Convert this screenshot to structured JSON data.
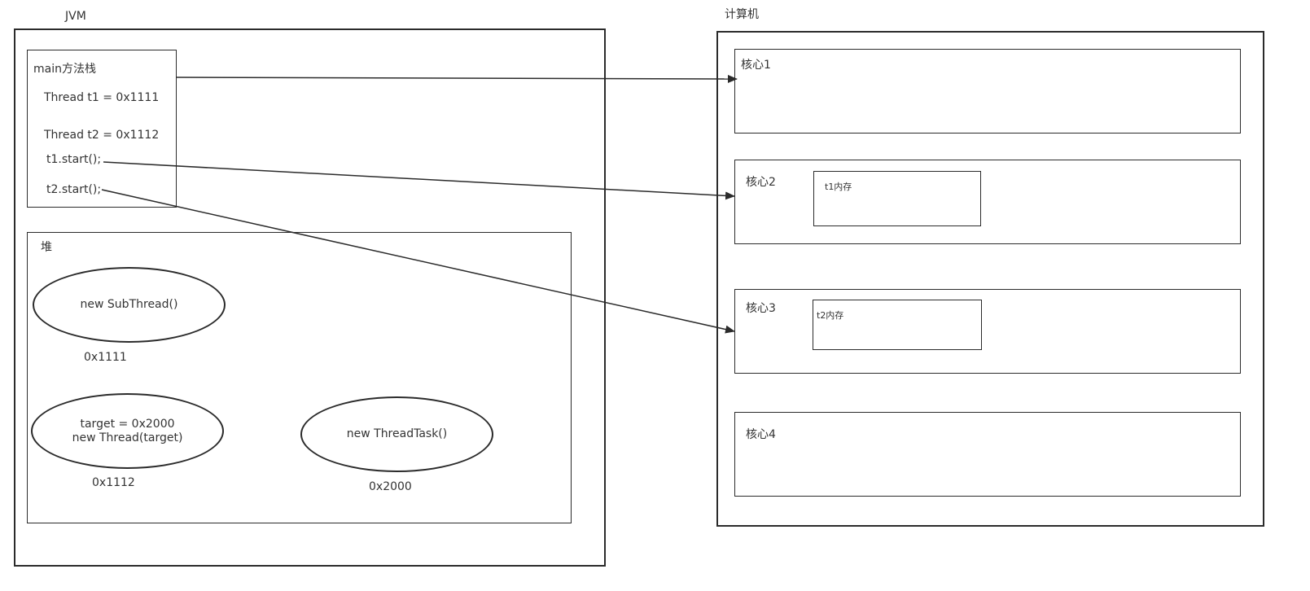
{
  "jvm": {
    "title": "JVM",
    "stack": {
      "title": "main方法栈",
      "lines": [
        "Thread t1 = 0x1111",
        "Thread t2 = 0x1112",
        "t1.start();",
        "t2.start();"
      ]
    },
    "heap": {
      "title": "堆",
      "objects": [
        {
          "lines": [
            "new SubThread()"
          ],
          "address": "0x1111"
        },
        {
          "lines": [
            "target = 0x2000",
            "new Thread(target)"
          ],
          "address": "0x1112"
        },
        {
          "lines": [
            "new ThreadTask()"
          ],
          "address": "0x2000"
        }
      ]
    }
  },
  "computer": {
    "title": "计算机",
    "cores": [
      {
        "label": "核心1",
        "memory": ""
      },
      {
        "label": "核心2",
        "memory": "t1内存"
      },
      {
        "label": "核心3",
        "memory": "t2内存"
      },
      {
        "label": "核心4",
        "memory": ""
      }
    ]
  },
  "colors": {
    "stroke": "#2b2b2b",
    "text": "#333333"
  }
}
